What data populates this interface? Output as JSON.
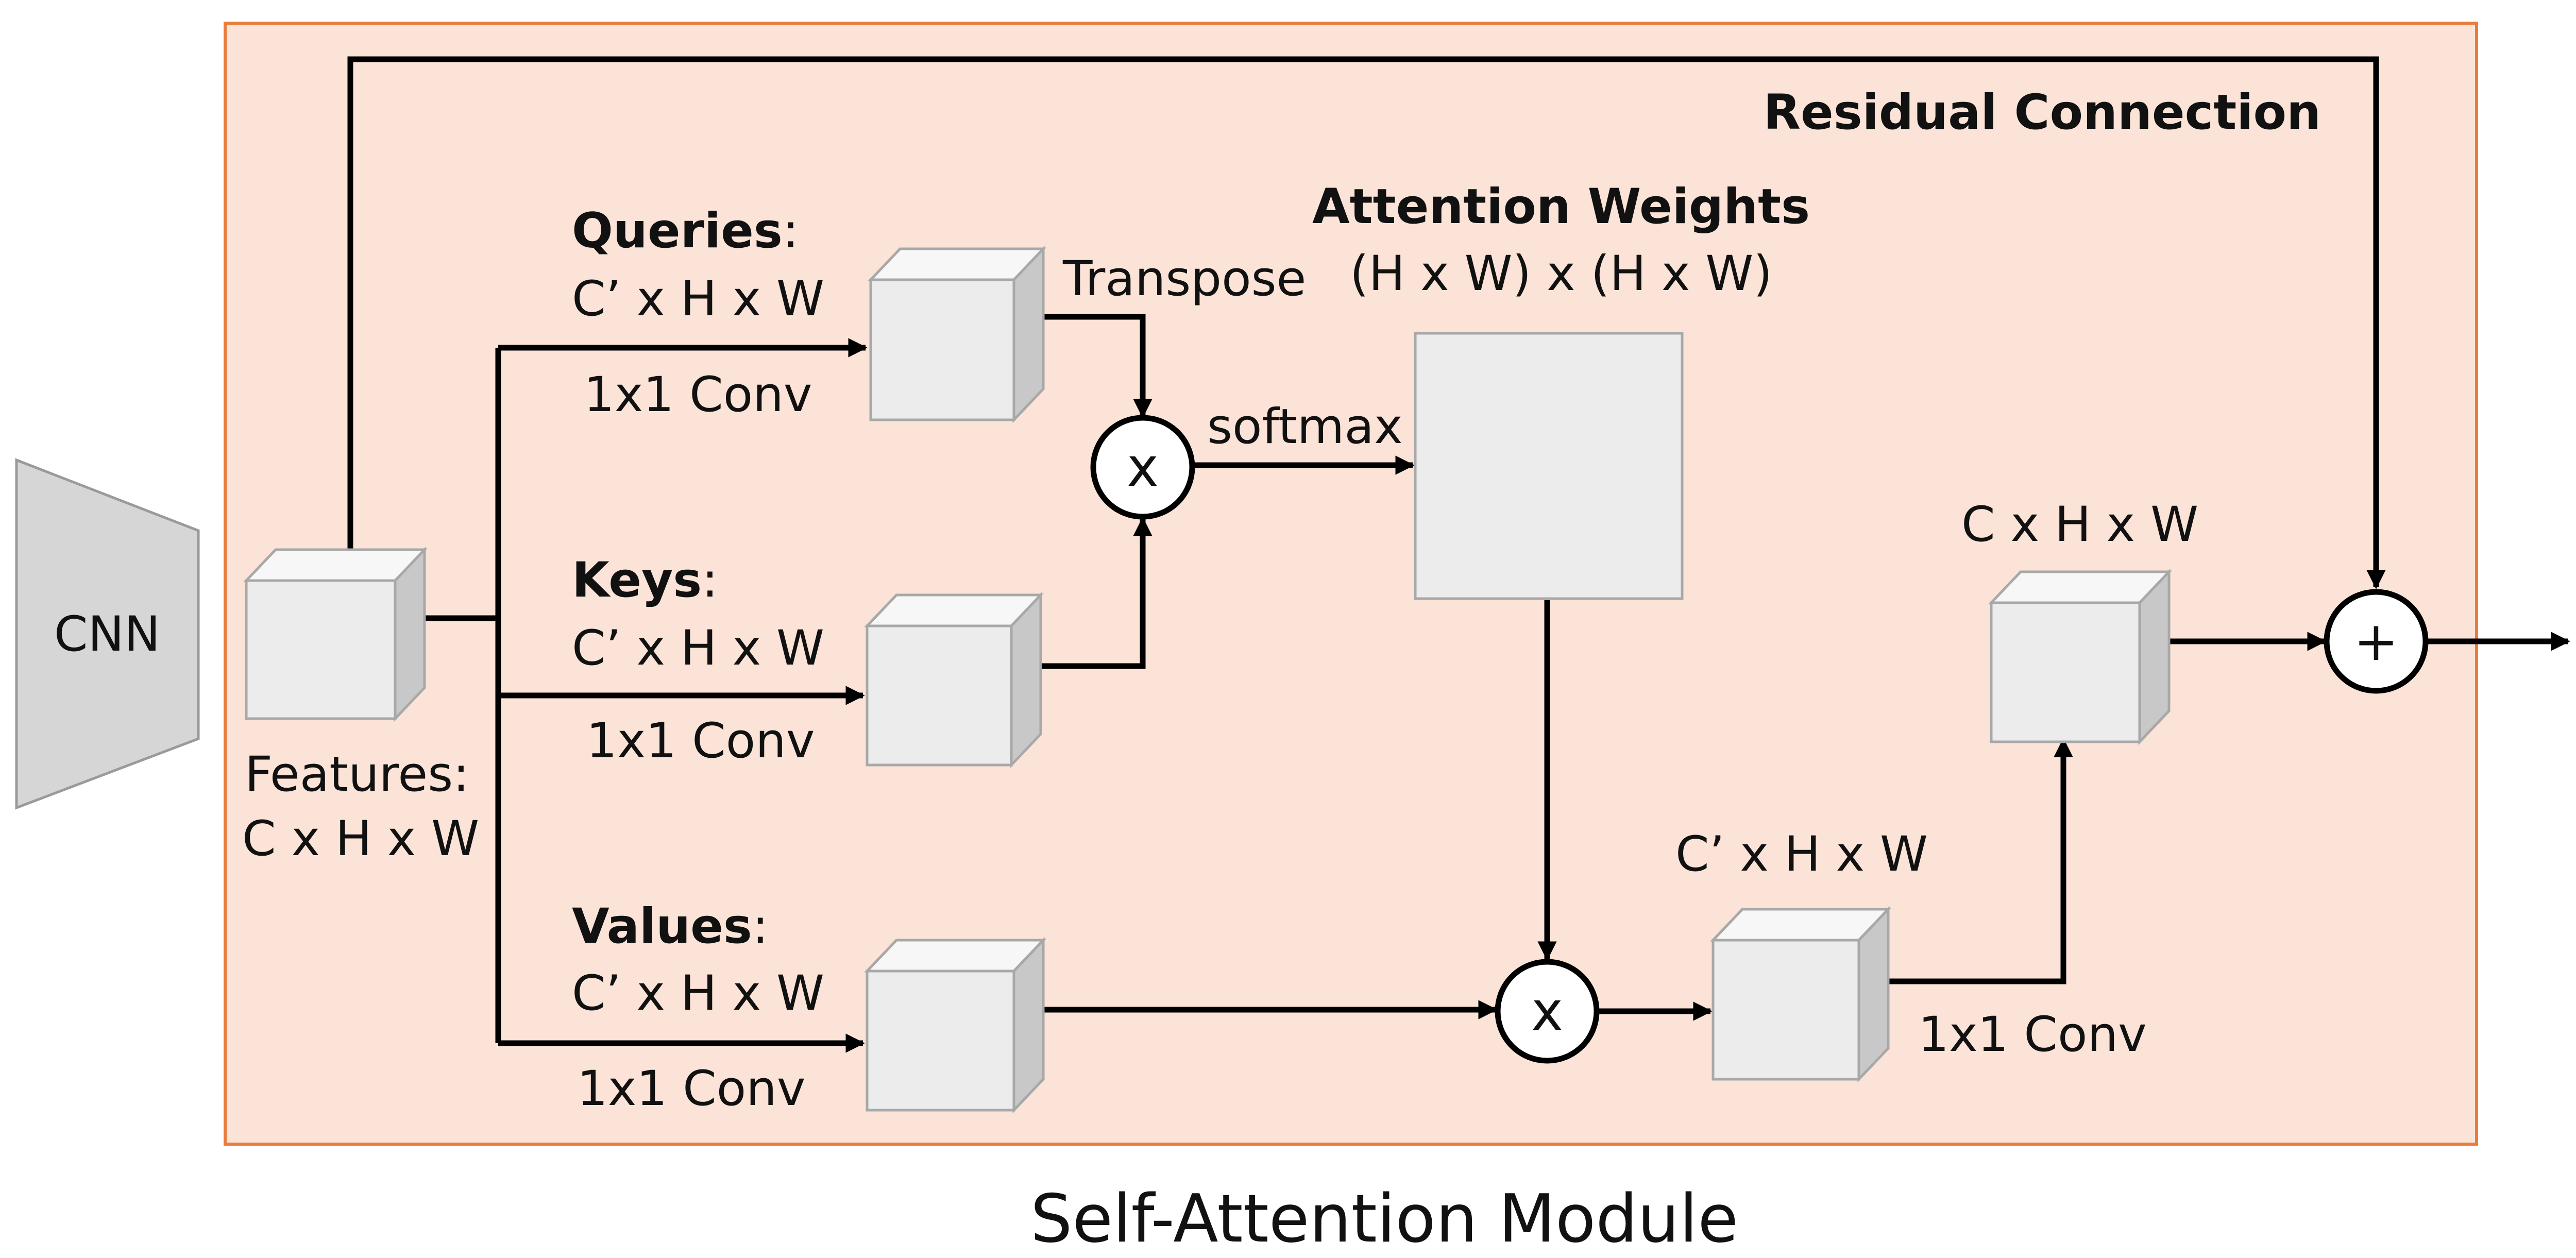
{
  "title": "Self-Attention Module",
  "colors": {
    "module_fill": "#fbe3d7",
    "module_border": "#e97c3d",
    "cube_front": "#ececec",
    "cube_top": "#f7f7f7",
    "cube_side": "#c8c8c8",
    "cnn_fill": "#d6d6d6",
    "line": "#000000"
  },
  "cnn": {
    "label": "CNN"
  },
  "residual": {
    "label": "Residual Connection"
  },
  "features": {
    "label": "Features:",
    "shape": "C x H x W"
  },
  "queries": {
    "label": "Queries",
    "colon": ":",
    "shape": "C’ x H x W",
    "conv": "1x1 Conv"
  },
  "keys": {
    "label": "Keys",
    "colon": ":",
    "shape": "C’ x H x W",
    "conv": "1x1 Conv"
  },
  "values": {
    "label": "Values",
    "colon": ":",
    "shape": "C’ x H x W",
    "conv": "1x1 Conv"
  },
  "transpose": {
    "label": "Transpose"
  },
  "softmax": {
    "label": "softmax"
  },
  "attention": {
    "label": "Attention Weights",
    "shape": "(H x W) x (H x W)"
  },
  "output_mid": {
    "shape": "C’ x H x W",
    "conv": "1x1 Conv"
  },
  "output_final": {
    "shape": "C x H x W"
  },
  "ops": {
    "multiply": "x",
    "add": "+"
  },
  "icons": {
    "multiply": "multiply-icon",
    "add": "add-icon",
    "arrow": "arrow-icon"
  }
}
